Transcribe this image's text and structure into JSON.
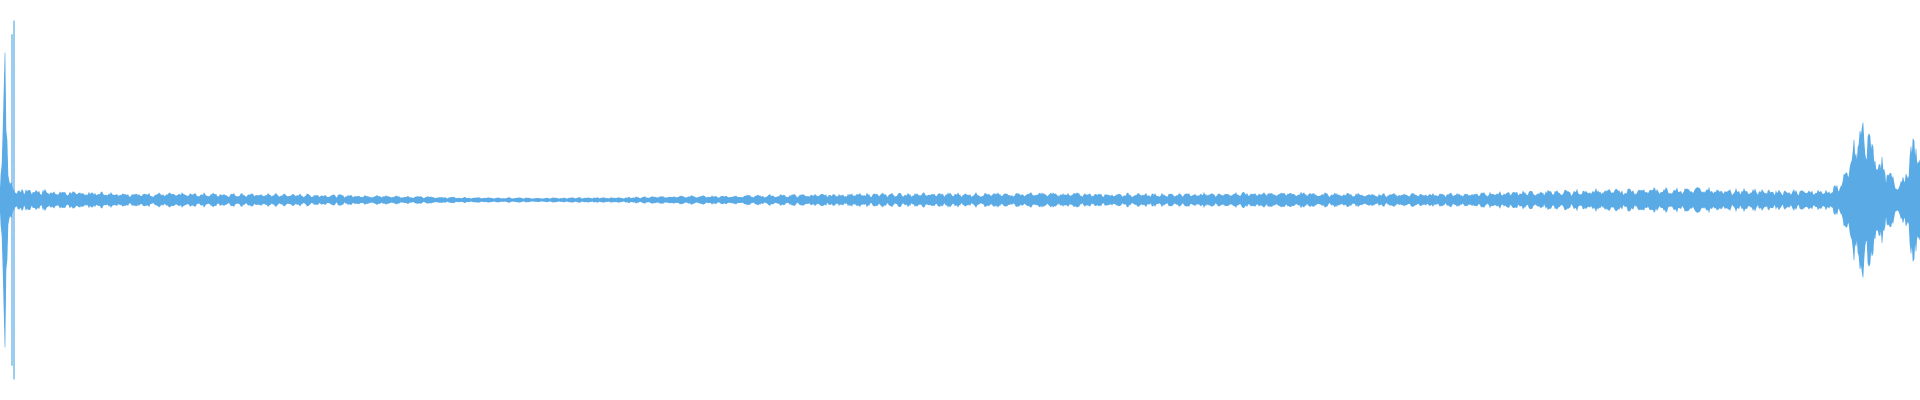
{
  "waveform": {
    "color": "#5aaae6",
    "background": "#ffffff",
    "envelope": [
      [
        0,
        0.05
      ],
      [
        1,
        0.18
      ],
      [
        2,
        0.26
      ],
      [
        3,
        0.42
      ],
      [
        4,
        0.58
      ],
      [
        5,
        0.78
      ],
      [
        6,
        0.52
      ],
      [
        7,
        0.36
      ],
      [
        8,
        0.22
      ],
      [
        9,
        0.14
      ],
      [
        10,
        0.1
      ],
      [
        11,
        0.08
      ],
      [
        14,
        0.06
      ],
      [
        18,
        0.05
      ],
      [
        30,
        0.05
      ],
      [
        60,
        0.04
      ],
      [
        100,
        0.035
      ],
      [
        150,
        0.03
      ],
      [
        200,
        0.03
      ],
      [
        260,
        0.028
      ],
      [
        320,
        0.025
      ],
      [
        380,
        0.02
      ],
      [
        440,
        0.014
      ],
      [
        500,
        0.01
      ],
      [
        560,
        0.01
      ],
      [
        620,
        0.012
      ],
      [
        680,
        0.018
      ],
      [
        740,
        0.02
      ],
      [
        800,
        0.025
      ],
      [
        860,
        0.028
      ],
      [
        920,
        0.03
      ],
      [
        980,
        0.03
      ],
      [
        1040,
        0.032
      ],
      [
        1100,
        0.03
      ],
      [
        1160,
        0.028
      ],
      [
        1220,
        0.032
      ],
      [
        1280,
        0.035
      ],
      [
        1340,
        0.03
      ],
      [
        1400,
        0.028
      ],
      [
        1460,
        0.03
      ],
      [
        1500,
        0.035
      ],
      [
        1540,
        0.04
      ],
      [
        1580,
        0.045
      ],
      [
        1620,
        0.05
      ],
      [
        1660,
        0.055
      ],
      [
        1700,
        0.055
      ],
      [
        1740,
        0.05
      ],
      [
        1780,
        0.045
      ],
      [
        1830,
        0.045
      ],
      [
        1840,
        0.08
      ],
      [
        1850,
        0.18
      ],
      [
        1858,
        0.35
      ],
      [
        1866,
        0.36
      ],
      [
        1872,
        0.3
      ],
      [
        1880,
        0.2
      ],
      [
        1890,
        0.12
      ],
      [
        1900,
        0.08
      ],
      [
        1906,
        0.16
      ],
      [
        1912,
        0.25
      ],
      [
        1916,
        0.3
      ],
      [
        1920,
        0.28
      ]
    ],
    "peak_lines": [
      [
        14,
        0.92
      ],
      [
        12,
        0.85
      ]
    ]
  }
}
